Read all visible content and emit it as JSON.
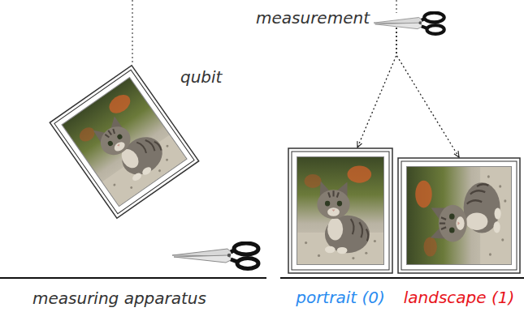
{
  "diagram": {
    "nodes": [
      {
        "text": [
          "measurement"
        ]
      },
      {
        "text": [
          "portrait (0)"
        ]
      },
      {
        "text": [
          "landscape (1)"
        ]
      }
    ],
    "edges": [
      {
        "from": 0,
        "to": 1,
        "arrow": "to"
      },
      {
        "from": 0,
        "to": 2,
        "arrow": "to"
      }
    ],
    "labels": [
      "qubit",
      "measuring apparatus"
    ]
  }
}
